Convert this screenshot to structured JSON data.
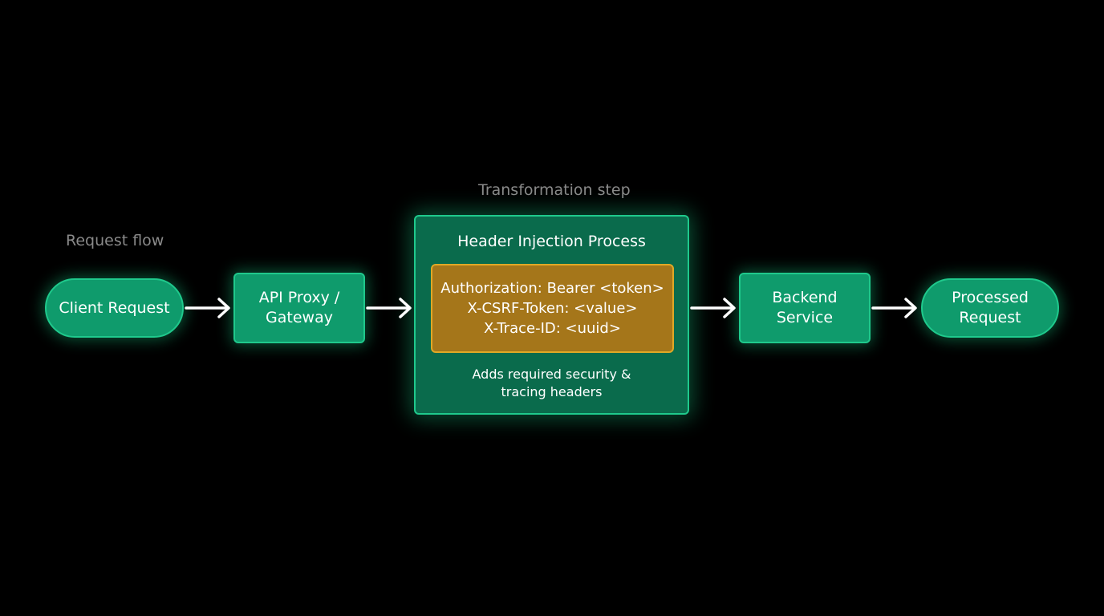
{
  "captions": {
    "request_flow": "Request flow",
    "transformation": "Transformation step"
  },
  "nodes": {
    "client_request": "Client Request",
    "api_proxy": {
      "line1": "API Proxy /",
      "line2": "Gateway"
    },
    "backend_service": {
      "line1": "Backend",
      "line2": "Service"
    },
    "processed_request": {
      "line1": "Processed",
      "line2": "Request"
    }
  },
  "process": {
    "title": "Header Injection Process",
    "headers": [
      "Authorization: Bearer <token>",
      "X-CSRF-Token: <value>",
      "X-Trace-ID: <uuid>"
    ],
    "note": {
      "line1": "Adds required security &",
      "line2": "tracing headers"
    }
  },
  "colors": {
    "background": "#000000",
    "node_fill": "#0f9b6c",
    "node_border": "#1fc98c",
    "process_fill": "#0a6b4c",
    "headers_fill": "#a5761a",
    "headers_border": "#e0a826",
    "caption": "#8a8a8a",
    "arrow": "#ffffff"
  }
}
